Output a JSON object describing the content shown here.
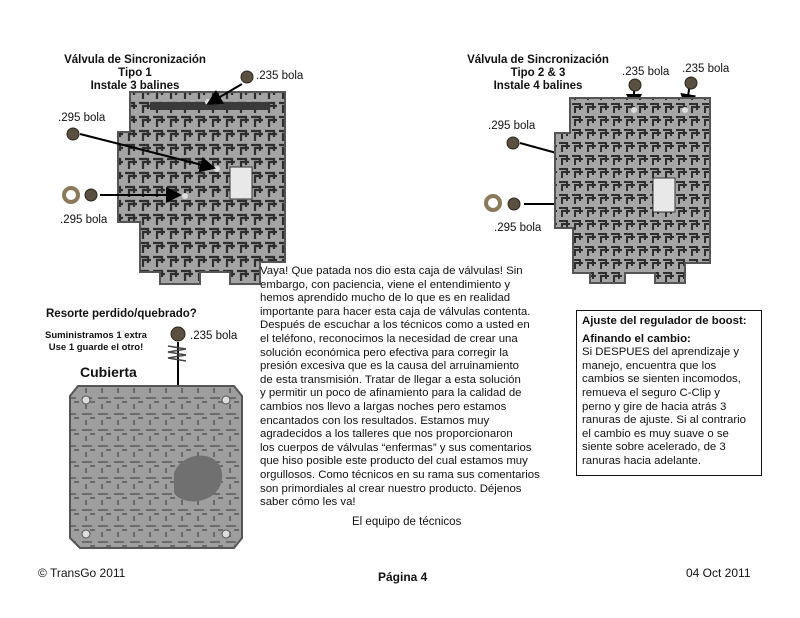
{
  "type1": {
    "title": [
      "Válvula de Sincronización",
      "Tipo 1",
      "Instale 3 balines"
    ],
    "labels": {
      "top": ".235 bola",
      "mid": ".295 bola",
      "low": ".295 bola"
    }
  },
  "type23": {
    "title": [
      "Válvula de Sincronización",
      "Tipo 2 & 3",
      "Instale 4 balines"
    ],
    "labels": {
      "top_a": ".235 bola",
      "top_b": ".235 bola",
      "mid": ".295 bola",
      "low": ".295 bola"
    }
  },
  "spring": {
    "heading": "Resorte perdido/quebrado?",
    "note": [
      "Suministramos 1 extra",
      "Use 1 guarde el otro!"
    ],
    "ball_label": ".235 bola",
    "cover_label": "Cubierta"
  },
  "body_text": [
    "Vaya! Que patada nos dio esta caja de válvulas! Sin",
    "embargo, con paciencia, viene el entendimiento y",
    "hemos aprendido mucho de lo que es en realidad",
    "importante para hacer esta caja de válvulas contenta.",
    "Después de escuchar a los técnicos como a usted en",
    "el teléfono, reconocimos la necesidad de crear una",
    "solución económica pero efectiva para corregir la",
    "presión excesiva que es la causa del arruinamiento",
    "de esta transmisión. Tratar de llegar a esta solución",
    "y permitir un poco de afinamiento para la calidad de",
    "cambios nos llevo a largas noches pero estamos",
    "encantados con los resultados. Estamos muy",
    "agradecidos a los talleres que nos proporcionaron",
    "los cuerpos de válvulas “enfermas” y sus comentarios",
    "que hiso posible este producto del cual estamos muy",
    "orgullosos. Como técnicos en su rama sus comentarios",
    "son primordiales al crear nuestro producto. Déjenos",
    "saber cómo les va!"
  ],
  "signature": "El equipo de técnicos",
  "boost_box": {
    "title": "Ajuste del regulador de boost:",
    "subtitle": "Afinando el cambio:",
    "lines": [
      "Si DESPUES del aprendizaje y",
      "manejo, encuentra que los",
      "cambios se sienten incomodos,",
      "remueva el seguro C-Clip y",
      "perno y gire de hacia atrás 3",
      "ranuras de ajuste. Si al contrario",
      "el cambio es muy suave o se",
      "siente sobre acelerado, de 3",
      "ranuras hacia adelante."
    ]
  },
  "footer": {
    "copyright": "© TransGo 2011",
    "page": "Página 4",
    "date": "04 Oct 2011"
  },
  "colors": {
    "metal": "#9a9a9a",
    "metal_dark": "#3c3c3c",
    "ball": "#5a5040"
  }
}
